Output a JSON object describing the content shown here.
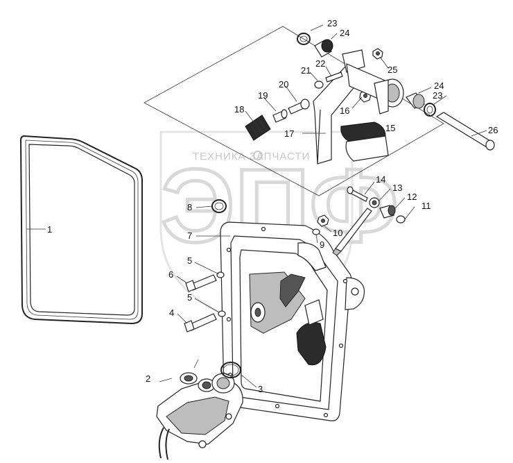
{
  "watermark": {
    "subtitle": "ТЕХНИКА ЗАПЧАСТИ",
    "brand": "ЭПФ"
  },
  "callouts": [
    {
      "id": "c1",
      "label": "1"
    },
    {
      "id": "c2",
      "label": "2"
    },
    {
      "id": "c3",
      "label": "3"
    },
    {
      "id": "c4",
      "label": "4"
    },
    {
      "id": "c5a",
      "label": "5"
    },
    {
      "id": "c5b",
      "label": "5"
    },
    {
      "id": "c6",
      "label": "6"
    },
    {
      "id": "c7",
      "label": "7"
    },
    {
      "id": "c8",
      "label": "8"
    },
    {
      "id": "c9",
      "label": "9"
    },
    {
      "id": "c10",
      "label": "10"
    },
    {
      "id": "c11",
      "label": "11"
    },
    {
      "id": "c12",
      "label": "12"
    },
    {
      "id": "c13",
      "label": "13"
    },
    {
      "id": "c14",
      "label": "14"
    },
    {
      "id": "c15",
      "label": "15"
    },
    {
      "id": "c16",
      "label": "16"
    },
    {
      "id": "c17",
      "label": "17"
    },
    {
      "id": "c18",
      "label": "18"
    },
    {
      "id": "c19",
      "label": "19"
    },
    {
      "id": "c20",
      "label": "20"
    },
    {
      "id": "c21",
      "label": "21"
    },
    {
      "id": "c22",
      "label": "22"
    },
    {
      "id": "c23a",
      "label": "23"
    },
    {
      "id": "c23b",
      "label": "23"
    },
    {
      "id": "c24a",
      "label": "24"
    },
    {
      "id": "c24b",
      "label": "24"
    },
    {
      "id": "c25",
      "label": "25"
    },
    {
      "id": "c26",
      "label": "26"
    }
  ]
}
